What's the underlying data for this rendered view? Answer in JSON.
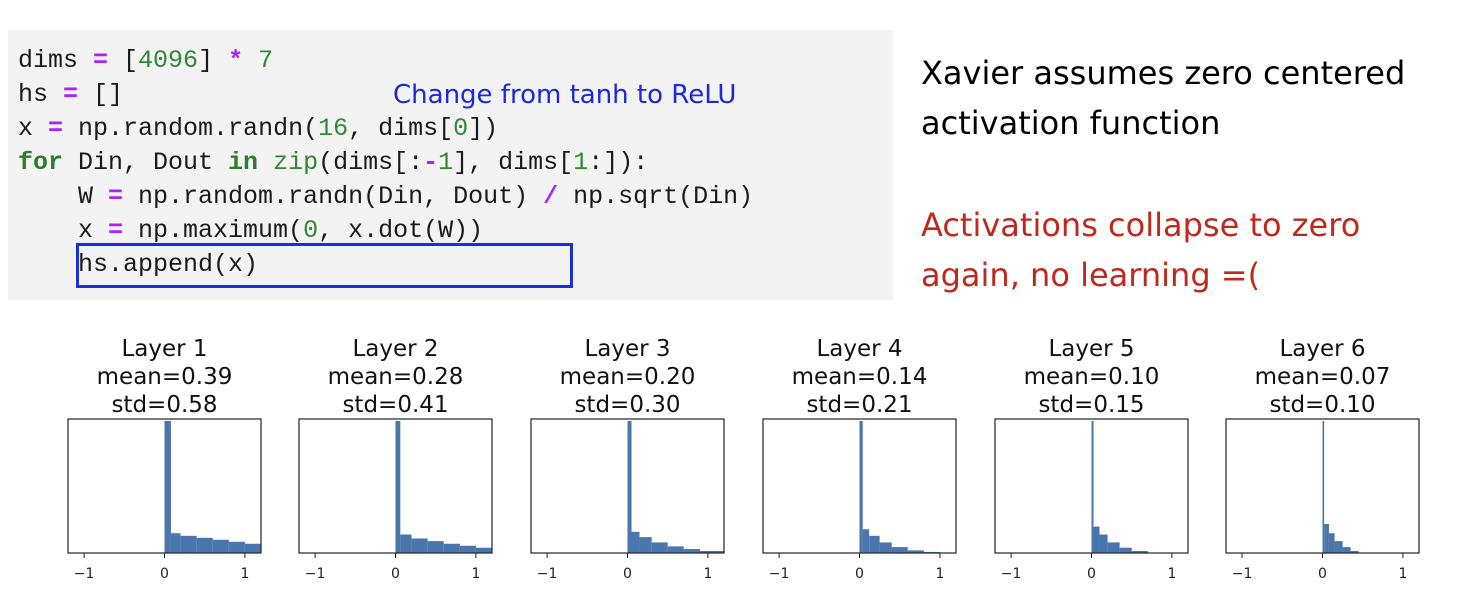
{
  "code": {
    "lines": [
      [
        {
          "t": "dims "
        },
        {
          "t": "=",
          "c": "op"
        },
        {
          "t": " ["
        },
        {
          "t": "4096",
          "c": "num"
        },
        {
          "t": "] "
        },
        {
          "t": "*",
          "c": "op"
        },
        {
          "t": " "
        },
        {
          "t": "7",
          "c": "num"
        }
      ],
      [
        {
          "t": "hs "
        },
        {
          "t": "=",
          "c": "op"
        },
        {
          "t": " []"
        }
      ],
      [
        {
          "t": "x "
        },
        {
          "t": "=",
          "c": "op"
        },
        {
          "t": " np.random.randn("
        },
        {
          "t": "16",
          "c": "num"
        },
        {
          "t": ", dims["
        },
        {
          "t": "0",
          "c": "num"
        },
        {
          "t": "])"
        }
      ],
      [
        {
          "t": "for",
          "c": "kw"
        },
        {
          "t": " Din, Dout "
        },
        {
          "t": "in",
          "c": "kw"
        },
        {
          "t": " "
        },
        {
          "t": "zip",
          "c": "bi"
        },
        {
          "t": "(dims[:"
        },
        {
          "t": "-",
          "c": "op"
        },
        {
          "t": "1",
          "c": "num"
        },
        {
          "t": "], dims["
        },
        {
          "t": "1",
          "c": "num"
        },
        {
          "t": ":]):"
        }
      ],
      [
        {
          "t": "    W "
        },
        {
          "t": "=",
          "c": "op"
        },
        {
          "t": " np.random.randn(Din, Dout) "
        },
        {
          "t": "/",
          "c": "op"
        },
        {
          "t": " np.sqrt(Din)"
        }
      ],
      [
        {
          "t": "    x "
        },
        {
          "t": "=",
          "c": "op"
        },
        {
          "t": " np.maximum("
        },
        {
          "t": "0",
          "c": "num"
        },
        {
          "t": ", x.dot(W))"
        }
      ],
      [
        {
          "t": "    hs.append(x)"
        }
      ]
    ],
    "note": "Change from tanh to ReLU"
  },
  "notes": {
    "line1": "Xavier assumes zero centered",
    "line2": "activation function",
    "line3": "Activations collapse to zero",
    "line4": "again, no learning =("
  },
  "colors": {
    "bar": "#4a76ad",
    "highlight": "#1c2fd6",
    "red_text": "#c0281c",
    "blue_text": "#1a28e0"
  },
  "chart_data": [
    {
      "type": "bar",
      "title": "Layer 1",
      "subtitle1": "mean=0.39",
      "subtitle2": "std=0.58",
      "xlim": [
        -1.2,
        1.2
      ],
      "xticks": [
        {
          "value": -1,
          "label": "−1"
        },
        {
          "value": 0,
          "label": "0"
        },
        {
          "value": 1,
          "label": "1"
        }
      ],
      "bins": [
        {
          "x0": 0,
          "x1": 0.08,
          "v": 1.0
        },
        {
          "x0": 0.08,
          "x1": 0.2,
          "v": 0.15
        },
        {
          "x0": 0.2,
          "x1": 0.4,
          "v": 0.13
        },
        {
          "x0": 0.4,
          "x1": 0.6,
          "v": 0.115
        },
        {
          "x0": 0.6,
          "x1": 0.8,
          "v": 0.1
        },
        {
          "x0": 0.8,
          "x1": 1.0,
          "v": 0.085
        },
        {
          "x0": 1.0,
          "x1": 1.2,
          "v": 0.07
        }
      ]
    },
    {
      "type": "bar",
      "title": "Layer 2",
      "subtitle1": "mean=0.28",
      "subtitle2": "std=0.41",
      "xlim": [
        -1.2,
        1.2
      ],
      "xticks": [
        {
          "value": -1,
          "label": "−1"
        },
        {
          "value": 0,
          "label": "0"
        },
        {
          "value": 1,
          "label": "1"
        }
      ],
      "bins": [
        {
          "x0": 0,
          "x1": 0.06,
          "v": 1.0
        },
        {
          "x0": 0.06,
          "x1": 0.2,
          "v": 0.14
        },
        {
          "x0": 0.2,
          "x1": 0.4,
          "v": 0.11
        },
        {
          "x0": 0.4,
          "x1": 0.6,
          "v": 0.09
        },
        {
          "x0": 0.6,
          "x1": 0.8,
          "v": 0.07
        },
        {
          "x0": 0.8,
          "x1": 1.0,
          "v": 0.055
        },
        {
          "x0": 1.0,
          "x1": 1.2,
          "v": 0.04
        }
      ]
    },
    {
      "type": "bar",
      "title": "Layer 3",
      "subtitle1": "mean=0.20",
      "subtitle2": "std=0.30",
      "xlim": [
        -1.2,
        1.2
      ],
      "xticks": [
        {
          "value": -1,
          "label": "−1"
        },
        {
          "value": 0,
          "label": "0"
        },
        {
          "value": 1,
          "label": "1"
        }
      ],
      "bins": [
        {
          "x0": 0,
          "x1": 0.05,
          "v": 1.0
        },
        {
          "x0": 0.05,
          "x1": 0.15,
          "v": 0.16
        },
        {
          "x0": 0.15,
          "x1": 0.3,
          "v": 0.12
        },
        {
          "x0": 0.3,
          "x1": 0.5,
          "v": 0.08
        },
        {
          "x0": 0.5,
          "x1": 0.7,
          "v": 0.05
        },
        {
          "x0": 0.7,
          "x1": 0.9,
          "v": 0.03
        },
        {
          "x0": 0.9,
          "x1": 1.2,
          "v": 0.015
        }
      ]
    },
    {
      "type": "bar",
      "title": "Layer 4",
      "subtitle1": "mean=0.14",
      "subtitle2": "std=0.21",
      "xlim": [
        -1.2,
        1.2
      ],
      "xticks": [
        {
          "value": -1,
          "label": "−1"
        },
        {
          "value": 0,
          "label": "0"
        },
        {
          "value": 1,
          "label": "1"
        }
      ],
      "bins": [
        {
          "x0": 0,
          "x1": 0.04,
          "v": 1.0
        },
        {
          "x0": 0.04,
          "x1": 0.12,
          "v": 0.18
        },
        {
          "x0": 0.12,
          "x1": 0.25,
          "v": 0.13
        },
        {
          "x0": 0.25,
          "x1": 0.4,
          "v": 0.08
        },
        {
          "x0": 0.4,
          "x1": 0.6,
          "v": 0.045
        },
        {
          "x0": 0.6,
          "x1": 0.8,
          "v": 0.02
        },
        {
          "x0": 0.8,
          "x1": 1.0,
          "v": 0.008
        }
      ]
    },
    {
      "type": "bar",
      "title": "Layer 5",
      "subtitle1": "mean=0.10",
      "subtitle2": "std=0.15",
      "xlim": [
        -1.2,
        1.2
      ],
      "xticks": [
        {
          "value": -1,
          "label": "−1"
        },
        {
          "value": 0,
          "label": "0"
        },
        {
          "value": 1,
          "label": "1"
        }
      ],
      "bins": [
        {
          "x0": 0,
          "x1": 0.025,
          "v": 1.0
        },
        {
          "x0": 0.025,
          "x1": 0.1,
          "v": 0.2
        },
        {
          "x0": 0.1,
          "x1": 0.2,
          "v": 0.14
        },
        {
          "x0": 0.2,
          "x1": 0.35,
          "v": 0.08
        },
        {
          "x0": 0.35,
          "x1": 0.5,
          "v": 0.04
        },
        {
          "x0": 0.5,
          "x1": 0.7,
          "v": 0.015
        }
      ]
    },
    {
      "type": "bar",
      "title": "Layer 6",
      "subtitle1": "mean=0.07",
      "subtitle2": "std=0.10",
      "xlim": [
        -1.2,
        1.2
      ],
      "xticks": [
        {
          "value": -1,
          "label": "−1"
        },
        {
          "value": 0,
          "label": "0"
        },
        {
          "value": 1,
          "label": "1"
        }
      ],
      "bins": [
        {
          "x0": 0,
          "x1": 0.02,
          "v": 1.0
        },
        {
          "x0": 0.02,
          "x1": 0.08,
          "v": 0.22
        },
        {
          "x0": 0.08,
          "x1": 0.15,
          "v": 0.15
        },
        {
          "x0": 0.15,
          "x1": 0.25,
          "v": 0.09
        },
        {
          "x0": 0.25,
          "x1": 0.35,
          "v": 0.045
        },
        {
          "x0": 0.35,
          "x1": 0.45,
          "v": 0.015
        }
      ]
    }
  ]
}
